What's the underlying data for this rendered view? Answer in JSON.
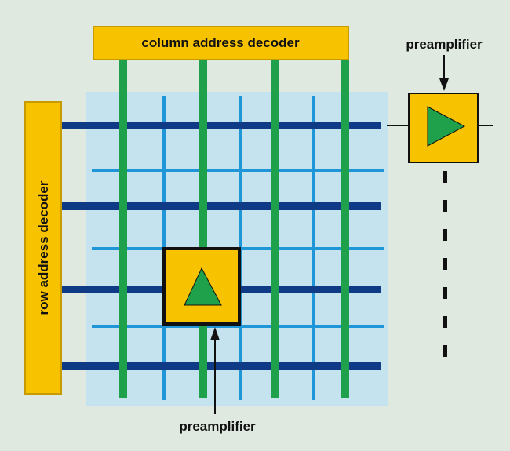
{
  "diagram": {
    "column_decoder_label": "column address decoder",
    "row_decoder_label": "row address decoder",
    "preamplifier_top_label": "preamplifier",
    "preamplifier_bottom_label": "preamplifier"
  },
  "colors": {
    "background": "#dfe9e0",
    "grid_area": "#c5e2ef",
    "decoder_fill": "#f7c200",
    "decoder_stroke": "#c79a00",
    "word_line": "#0f3b86",
    "light_line": "#1f96d8",
    "bit_line": "#1fa04a",
    "triangle": "#1fa04a",
    "arrow": "#111111"
  },
  "icons": {
    "amplifier": "triangle-amplifier-icon"
  }
}
